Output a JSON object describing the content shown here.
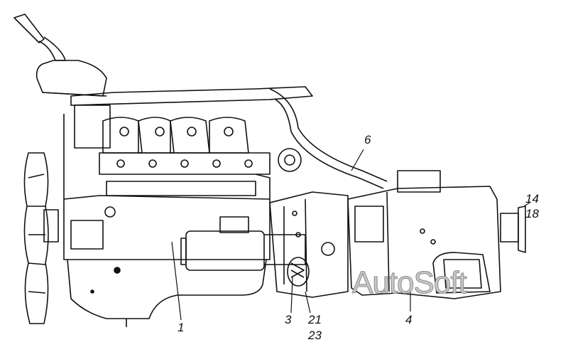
{
  "diagram": {
    "callouts": {
      "engine": "1",
      "clutch_housing_plug": "3",
      "gearbox": "4",
      "shift_pipe": "6",
      "flange_a": "14",
      "flange_b": "18",
      "bolt_a": "21",
      "bolt_b": "23"
    },
    "watermark": "AutoSoft",
    "colors": {
      "ink": "#111111",
      "watermark": "#9a9a9a"
    }
  }
}
